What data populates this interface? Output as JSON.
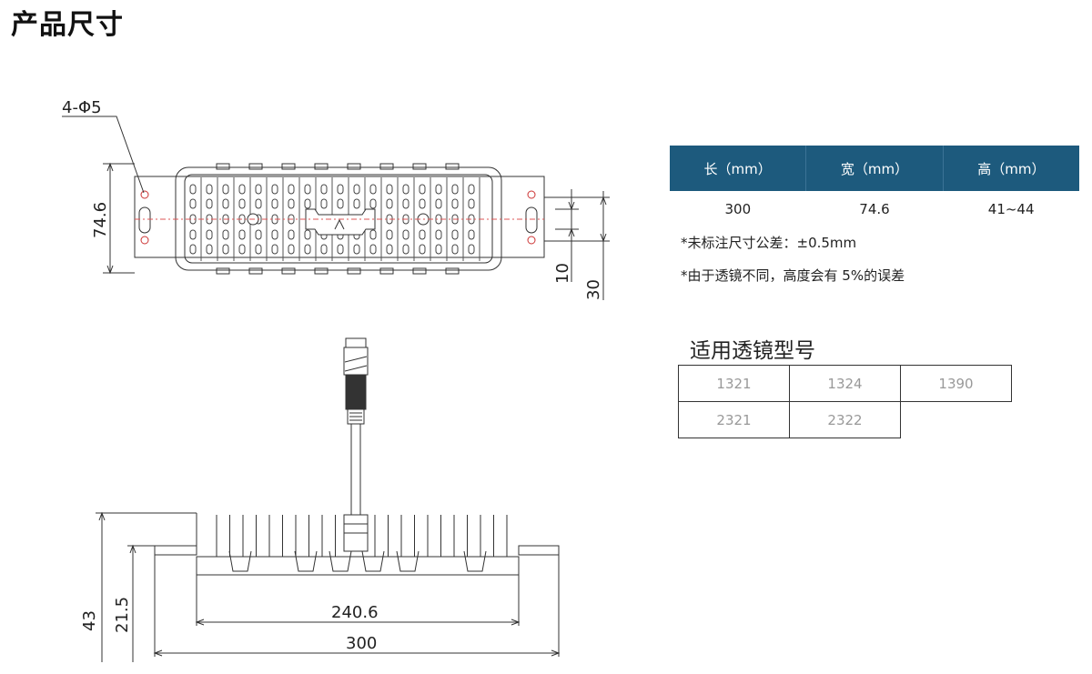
{
  "header": {
    "title": "产品尺寸"
  },
  "top_view": {
    "hole_label": "4-Φ5",
    "width_dim": "74.6",
    "dim_a": "10",
    "dim_b": "30"
  },
  "side_view": {
    "height_total": "43",
    "height_body": "21.5",
    "inner_length": "240.6",
    "total_length": "300"
  },
  "spec": {
    "headers": [
      "长（mm）",
      "宽（mm）",
      "高（mm）"
    ],
    "values": [
      "300",
      "74.6",
      "41~44"
    ],
    "note1": "*未标注尺寸公差：±0.5mm",
    "note2": "*由于透镜不同，高度会有 5%的误差",
    "header_color": "#1d5a7d"
  },
  "lens": {
    "title": "适用透镜型号",
    "models": [
      "1321",
      "1324",
      "1390",
      "2321",
      "2322"
    ]
  }
}
